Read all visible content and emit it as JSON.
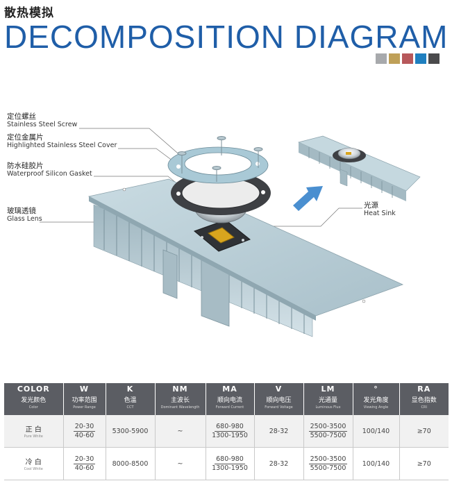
{
  "header": {
    "subtitle_cn": "散热模拟",
    "title": "DECOMPOSITION DIAGRAM",
    "swatches": [
      "#a7a9ac",
      "#bfa058",
      "#b7585b",
      "#1f7fbf",
      "#4a4a4c"
    ]
  },
  "labels": {
    "screw": {
      "cn": "定位螺丝",
      "en": "Stainless Steel Screw"
    },
    "cover": {
      "cn": "定位金属片",
      "en": "Highlighted Stainless Steel Cover"
    },
    "gasket": {
      "cn": "防水硅胶片",
      "en": "Waterproof Silicon Gasket"
    },
    "lens": {
      "cn": "玻璃透镜",
      "en": "Glass Lens"
    },
    "heatsink": {
      "cn": "光源",
      "en": "Heat Sink"
    }
  },
  "colors": {
    "heatsink": "#b8cdd6",
    "accent": "#3c86c8",
    "chip": "#d8a51e"
  },
  "table": {
    "headers": [
      {
        "en": "COLOR",
        "cn": "发光颜色",
        "sub": "Color"
      },
      {
        "en": "W",
        "cn": "功率范围",
        "sub": "Power Range"
      },
      {
        "en": "K",
        "cn": "色温",
        "sub": "CCT"
      },
      {
        "en": "NM",
        "cn": "主波长",
        "sub": "Dominant Wavelength"
      },
      {
        "en": "MA",
        "cn": "顺向电流",
        "sub": "Forward Current"
      },
      {
        "en": "V",
        "cn": "顺向电压",
        "sub": "Forward Voltage"
      },
      {
        "en": "LM",
        "cn": "光通量",
        "sub": "Luminous Flux"
      },
      {
        "en": "°",
        "cn": "发光角度",
        "sub": "Viewing Angle"
      },
      {
        "en": "RA",
        "cn": "显色指数",
        "sub": "CRI"
      }
    ],
    "rows": [
      {
        "color_cn": "正 白",
        "color_sub": "Pure White",
        "w1": "20-30",
        "w2": "40-60",
        "k": "5300-5900",
        "nm": "~",
        "ma1": "680-980",
        "ma2": "1300-1950",
        "v": "28-32",
        "lm1": "2500-3500",
        "lm2": "5500-7500",
        "angle": "100/140",
        "ra": "≥70"
      },
      {
        "color_cn": "冷 白",
        "color_sub": "Cool White",
        "w1": "20-30",
        "w2": "40-60",
        "k": "8000-8500",
        "nm": "~",
        "ma1": "680-980",
        "ma2": "1300-1950",
        "v": "28-32",
        "lm1": "2500-3500",
        "lm2": "5500-7500",
        "angle": "100/140",
        "ra": "≥70"
      }
    ]
  }
}
